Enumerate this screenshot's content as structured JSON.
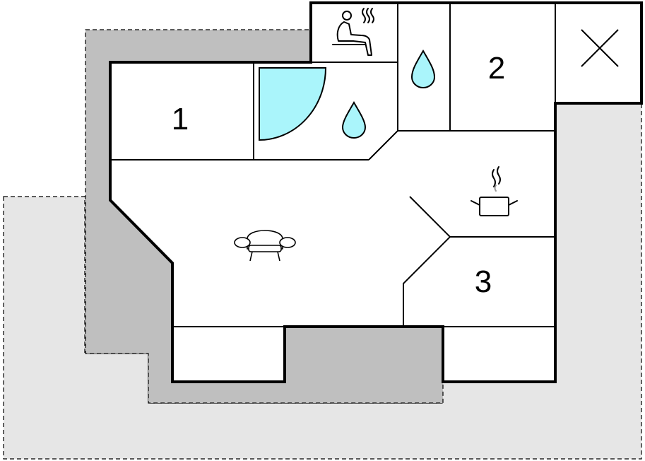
{
  "floorplan": {
    "rooms": [
      {
        "label": "1"
      },
      {
        "label": "2"
      },
      {
        "label": "3"
      }
    ],
    "icons": {
      "sauna": "sauna-icon",
      "shower": "shower-icon",
      "bathroom_drop": "water-drop-icon",
      "wc_drop": "water-drop-icon",
      "kitchen": "cooking-pot-icon",
      "living": "sofa-icon",
      "void": "cross-icon"
    },
    "colors": {
      "wall": "#000000",
      "terrace_dark": "#bfbfbf",
      "terrace_light": "#e6e6e6",
      "water": "#aaf5fb",
      "floor": "#ffffff"
    }
  }
}
